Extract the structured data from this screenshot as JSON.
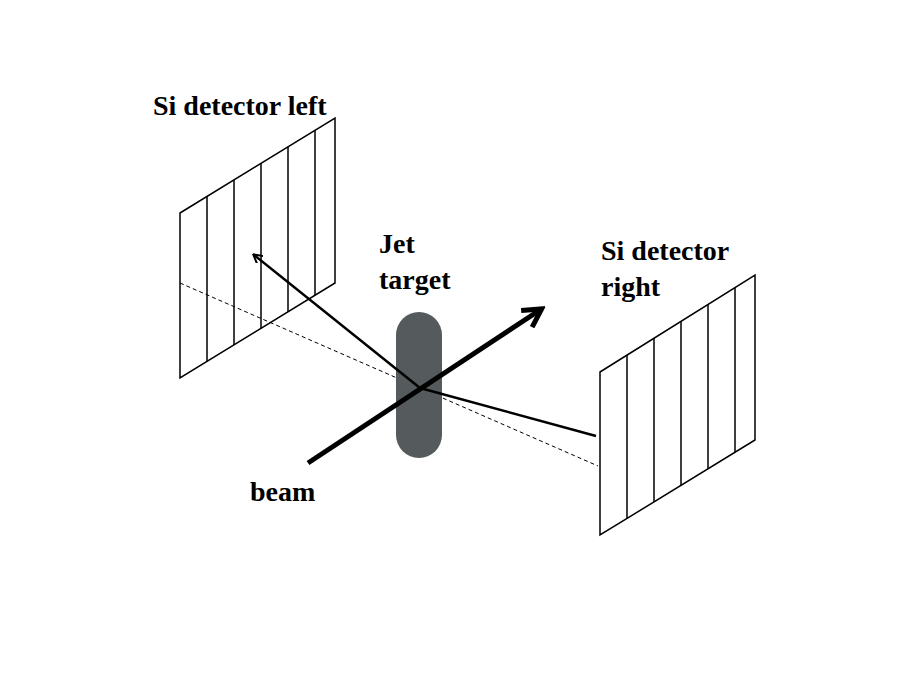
{
  "diagram": {
    "labels": [
      "Si detector left",
      "Jet target",
      "Si detector right",
      "beam"
    ]
  }
}
